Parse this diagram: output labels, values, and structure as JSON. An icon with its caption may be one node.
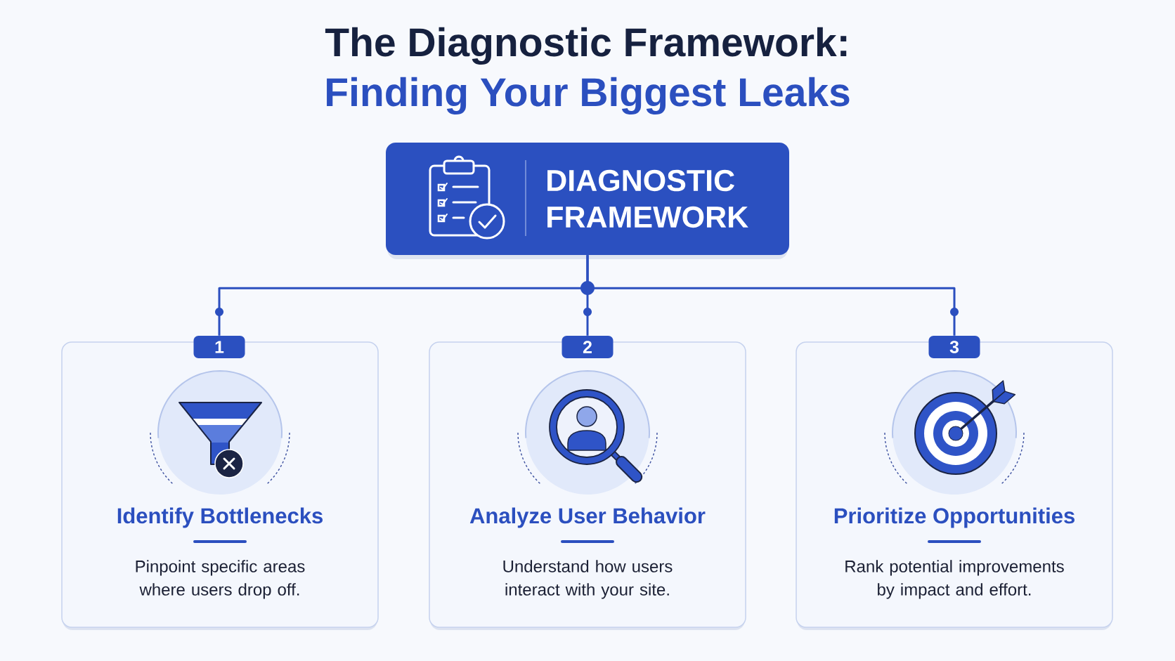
{
  "diagram": {
    "title": "The Diagnostic Framework:",
    "nodes": [
      {
        "text": [
          "DIAGNOSTIC FRAMEWORK"
        ]
      },
      {
        "text": [
          "1"
        ]
      },
      {
        "text": [
          "Identify Bottlenecks",
          "Pinpoint specific areas where users drop off."
        ]
      },
      {
        "text": [
          "2"
        ]
      },
      {
        "text": [
          "Analyze User Behavior",
          "Understand how users interact with your site."
        ]
      },
      {
        "text": [
          "3"
        ]
      },
      {
        "text": [
          "Prioritize Opportunities",
          "Rank potential improvements by impact and effort."
        ]
      }
    ],
    "edges": [
      {
        "from": 0,
        "to": 1,
        "arrow": "none"
      },
      {
        "from": 0,
        "to": 3,
        "arrow": "none"
      },
      {
        "from": 0,
        "to": 5,
        "arrow": "none"
      }
    ],
    "labels": [
      "Finding Your Biggest Leaks"
    ]
  }
}
